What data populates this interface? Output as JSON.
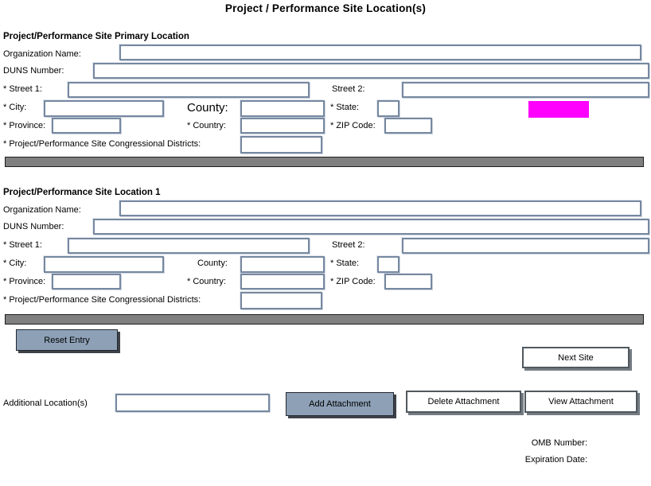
{
  "title": "Project / Performance Site Location(s)",
  "sections": [
    {
      "header": "Project/Performance Site Primary Location",
      "labels": {
        "organization": "Organization Name:",
        "duns": "DUNS Number:",
        "street1": "* Street 1:",
        "street2": "Street 2:",
        "city": "* City:",
        "county": "County:",
        "state": "* State:",
        "province": "* Province:",
        "country": "* Country:",
        "zip": "* ZIP Code:",
        "congressional": "* Project/Performance Site Congressional Districts:"
      },
      "values": {
        "organization": "",
        "duns": "",
        "street1": "",
        "street2": "",
        "city": "",
        "county": "",
        "state": "",
        "province": "",
        "country": "",
        "zip": "",
        "congressional": ""
      }
    },
    {
      "header": "Project/Performance Site Location 1",
      "labels": {
        "organization": "Organization Name:",
        "duns": "DUNS Number:",
        "street1": "* Street 1:",
        "street2": "Street 2:",
        "city": "* City:",
        "county": "County:",
        "state": "* State:",
        "province": "* Province:",
        "country": "* Country:",
        "zip": "* ZIP Code:",
        "congressional": "* Project/Performance Site Congressional Districts:"
      },
      "values": {
        "organization": "",
        "duns": "",
        "street1": "",
        "street2": "",
        "city": "",
        "county": "",
        "state": "",
        "province": "",
        "country": "",
        "zip": "",
        "congressional": ""
      }
    }
  ],
  "buttons": {
    "reset_entry": "Reset Entry",
    "next_site": "Next Site",
    "add_attachment": "Add Attachment",
    "delete_attachment": "Delete Attachment",
    "view_attachment": "View Attachment"
  },
  "attachments": {
    "additional_label": "Additional Location(s)",
    "value": ""
  },
  "footer": {
    "omb_number_label": "OMB Number:",
    "expiration_date_label": "Expiration Date:"
  },
  "colors": {
    "button_fill": "#8da0b6",
    "field_border": "#7688a0",
    "divider": "#808080",
    "highlight": "#ff00ff"
  }
}
